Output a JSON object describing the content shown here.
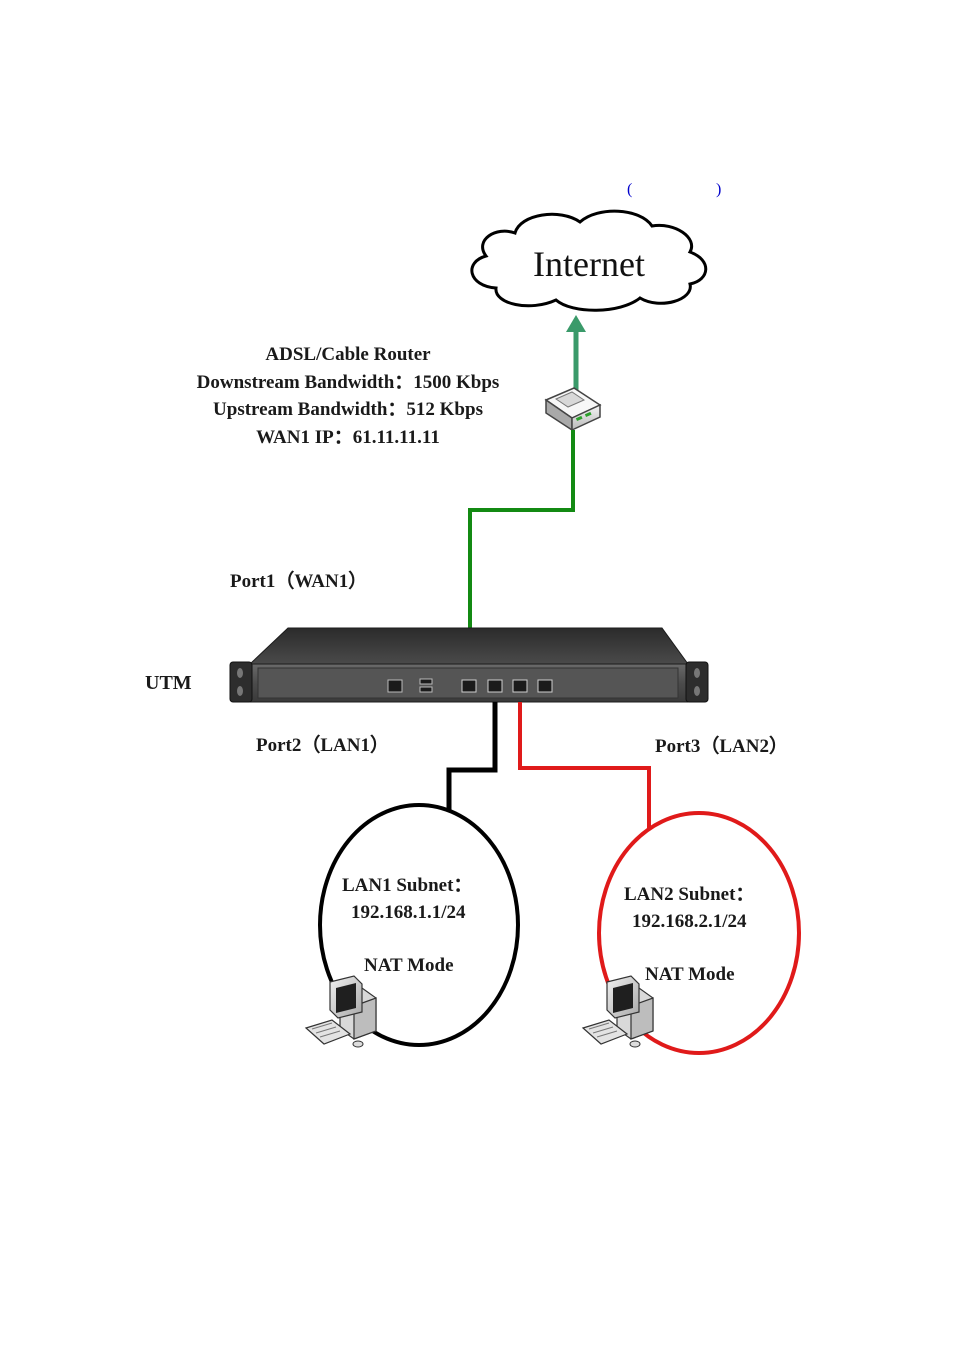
{
  "header": {
    "paren_open": "(",
    "paren_close": ")"
  },
  "internet": {
    "label": "Internet"
  },
  "router": {
    "name": "ADSL/Cable Router",
    "downstream": "Downstream Bandwidth：1500 Kbps",
    "upstream": "Upstream Bandwidth：512 Kbps",
    "wan_ip": "WAN1 IP：61.11.11.11"
  },
  "utm": {
    "label": "UTM",
    "port1": "Port1（WAN1）",
    "port2": "Port2（LAN1）",
    "port3": "Port3（LAN2）"
  },
  "lan1": {
    "subnet_label": "LAN1 Subnet：",
    "subnet": "192.168.1.1/24",
    "mode": "NAT Mode"
  },
  "lan2": {
    "subnet_label": "LAN2 Subnet：",
    "subnet": "192.168.2.1/24",
    "mode": "NAT Mode"
  },
  "colors": {
    "wan_link": "#138a13",
    "internet_arrow": "#3a9a6a",
    "lan1_link": "#000000",
    "lan2_link": "#e01a1a"
  },
  "icons": {
    "cloud": "cloud-icon",
    "router": "router-icon",
    "utm": "utm-appliance-icon",
    "computer": "desktop-computer-icon"
  }
}
